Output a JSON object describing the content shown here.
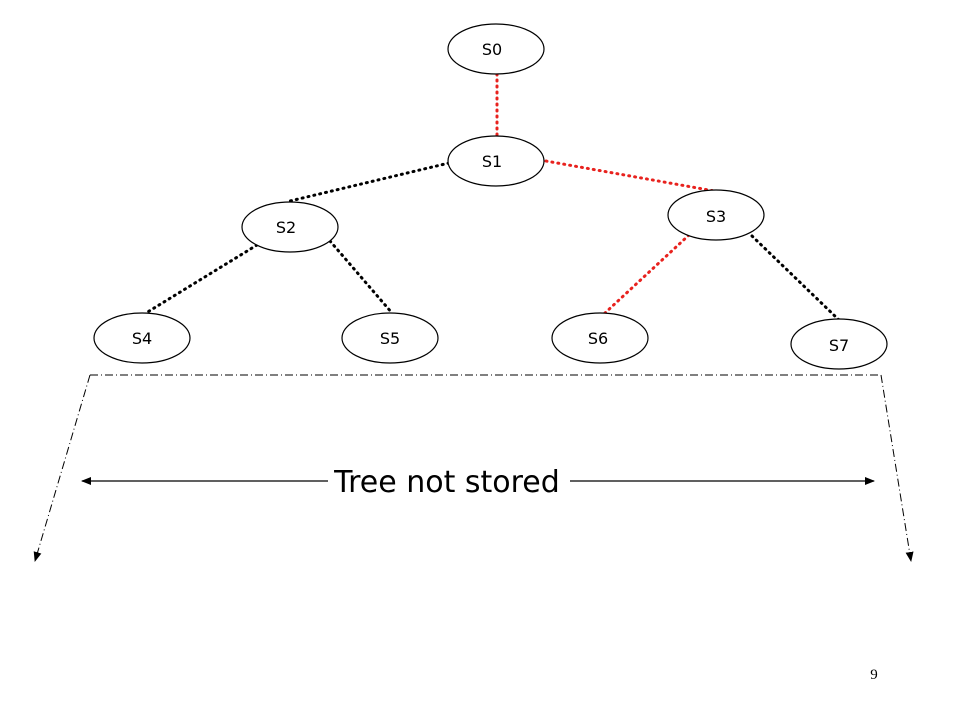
{
  "nodes": {
    "s0": "S0",
    "s1": "S1",
    "s2": "S2",
    "s3": "S3",
    "s4": "S4",
    "s5": "S5",
    "s6": "S6",
    "s7": "S7"
  },
  "caption": "Tree not stored",
  "page_number": "9",
  "colors": {
    "highlighted_path": "#e8221e",
    "edge": "#000000",
    "node_stroke": "#000000"
  }
}
